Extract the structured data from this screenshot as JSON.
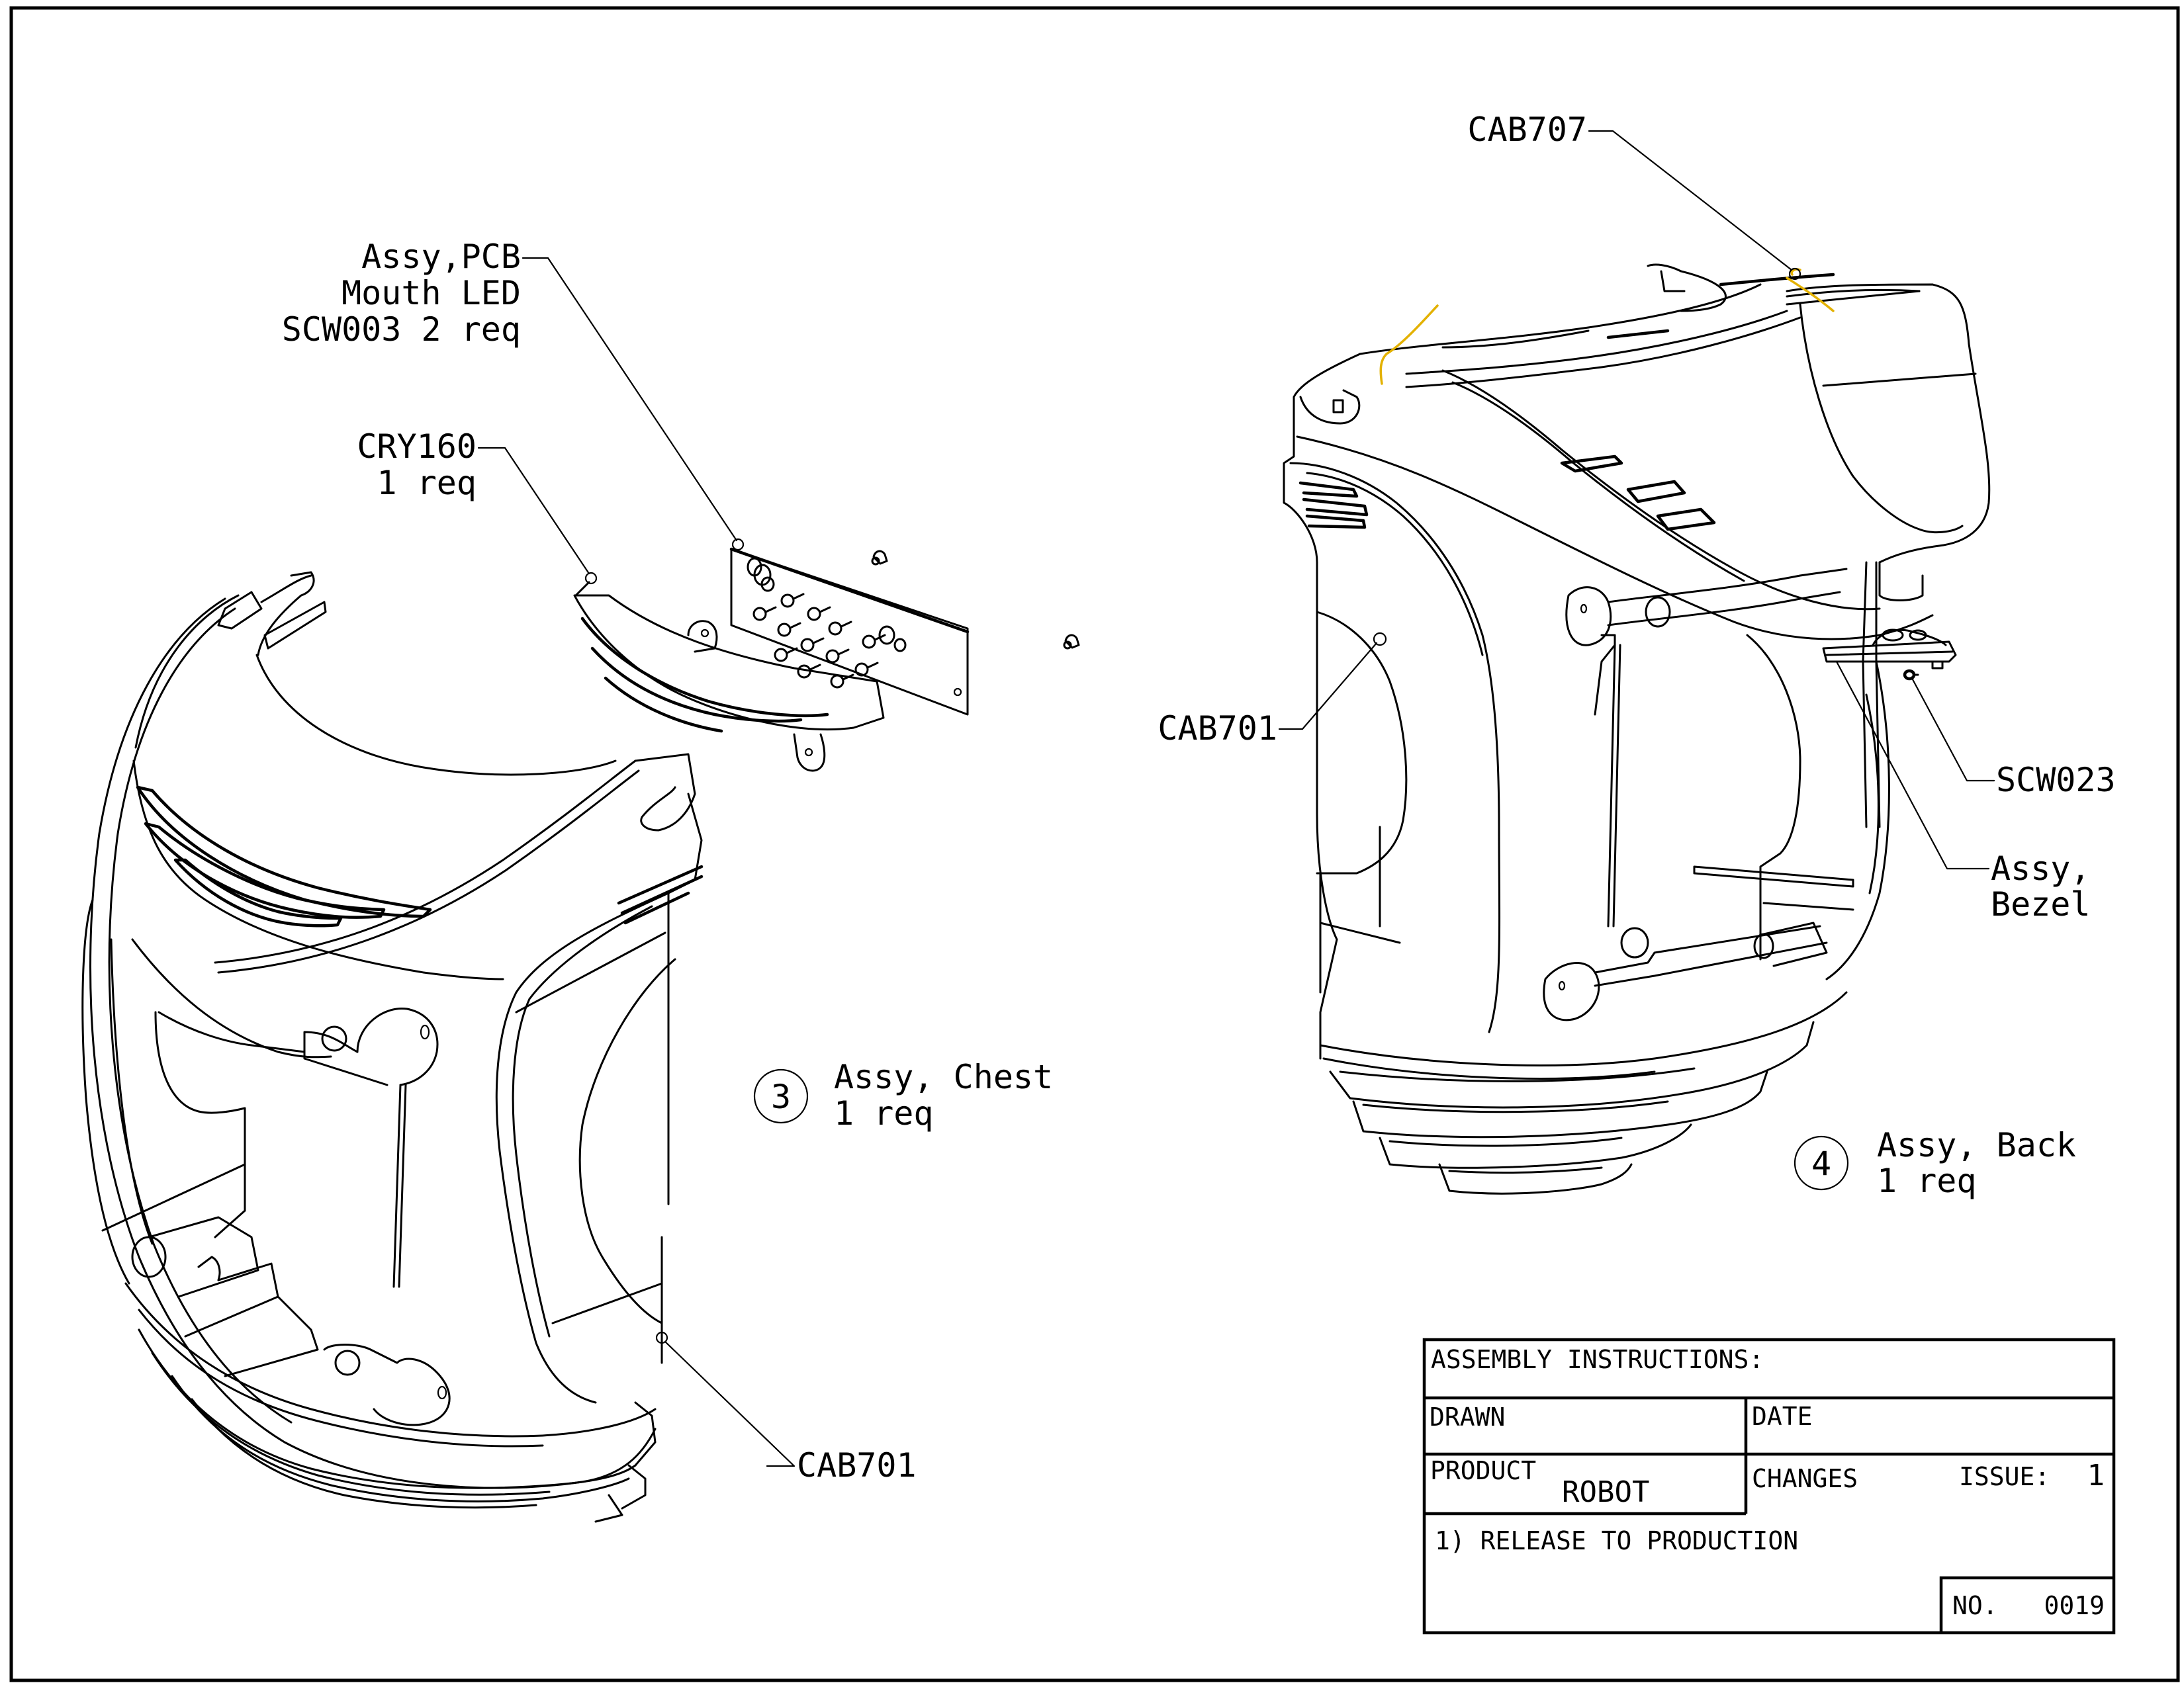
{
  "drawing": {
    "type": "exploded assembly drawing",
    "accent_wire_color": "#E3B100",
    "line_color": "#000000",
    "background": "#FFFFFF"
  },
  "callouts": {
    "pcb": {
      "lines": [
        "Assy,PCB",
        "Mouth LED",
        "SCW003 2 req"
      ]
    },
    "cry160": {
      "lines": [
        "CRY160",
        "1 req"
      ]
    },
    "cab701_chest": {
      "text": "CAB701"
    },
    "cab701_back": {
      "text": "CAB701"
    },
    "cab707": {
      "text": "CAB707"
    },
    "scw023": {
      "text": "SCW023"
    },
    "bezel": {
      "lines": [
        "Assy,",
        "Bezel"
      ]
    }
  },
  "assemblies": [
    {
      "item_number": "3",
      "name": "Assy, Chest",
      "qty": "1 req"
    },
    {
      "item_number": "4",
      "name": "Assy, Back",
      "qty": "1 req"
    }
  ],
  "title_block": {
    "heading": "ASSEMBLY INSTRUCTIONS:",
    "drawn_label": "DRAWN",
    "date_label": "DATE",
    "product_label": "PRODUCT",
    "product_value": "ROBOT",
    "changes_label": "CHANGES",
    "issue_label": "ISSUE:",
    "issue_value": "1",
    "change_notes": [
      "1) RELEASE TO PRODUCTION"
    ],
    "number_label": "NO.",
    "number_value": "0019"
  }
}
